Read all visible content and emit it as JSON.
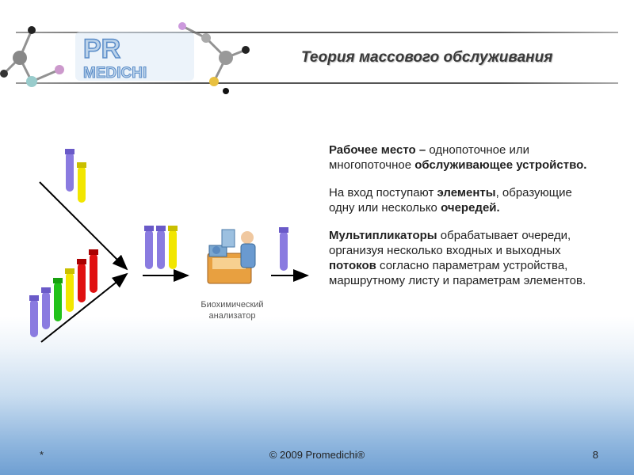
{
  "header": {
    "title": "Теория массового обслуживания",
    "logo_text_top": "PR",
    "logo_text_bottom": "MEDICHI"
  },
  "diagram": {
    "analyzer_caption_line1": "Биохимический",
    "analyzer_caption_line2": "анализатор"
  },
  "body": {
    "p1_bold1": "Рабочее место –",
    "p1_text1": " однопоточное или многопоточное ",
    "p1_bold2": "обслуживающее устройство.",
    "p2_text1": "На вход поступают ",
    "p2_bold1": "элементы",
    "p2_text2": ", образующие одну или несколько ",
    "p2_bold2": "очередей.",
    "p3_bold1": "Мультипликаторы",
    "p3_text1": " обрабатывает очереди, организуя несколько входных и выходных ",
    "p3_bold2": "потоков",
    "p3_text2": " согласно параметрам устройства, маршрутному листу и параметрам элементов."
  },
  "footer": {
    "left": "*",
    "center": "© 2009 Promedichi®",
    "right": "8"
  },
  "colors": {
    "tube_violet": "#8a7be0",
    "tube_yellow": "#f2e600",
    "tube_green": "#22c21a",
    "tube_red": "#e01010"
  }
}
